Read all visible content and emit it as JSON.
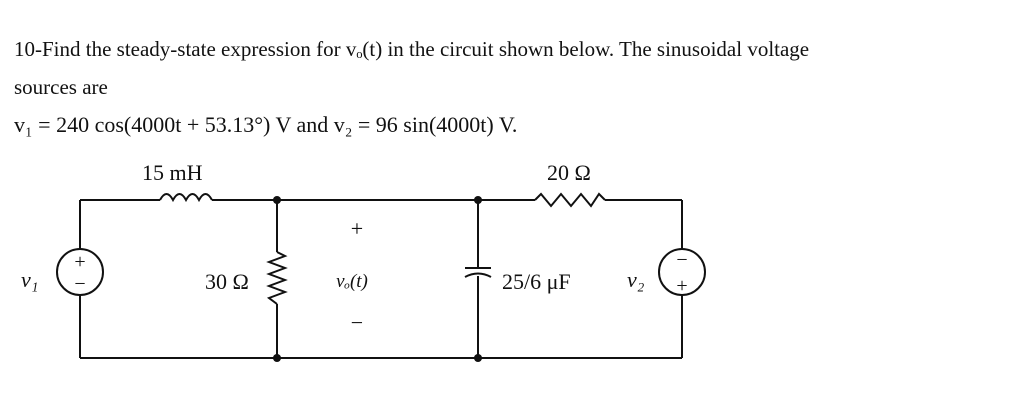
{
  "problem": {
    "line1": "10-Find the steady-state expression for vₒ(t) in the circuit shown below. The sinusoidal voltage",
    "line2": "sources are",
    "line3": "v₁ = 240 cos(4000t + 53.13°) V and v₂ = 96 sin(4000t) V."
  },
  "circuit": {
    "inductor_label": "15 mH",
    "resistor_top_label": "20 Ω",
    "resistor_shunt_label": "30 Ω",
    "capacitor_label": "25/6 μF",
    "source1_label": "v₁",
    "source2_label": "v₂",
    "output_label": "vₒ(t)",
    "plus": "+",
    "minus": "−"
  }
}
